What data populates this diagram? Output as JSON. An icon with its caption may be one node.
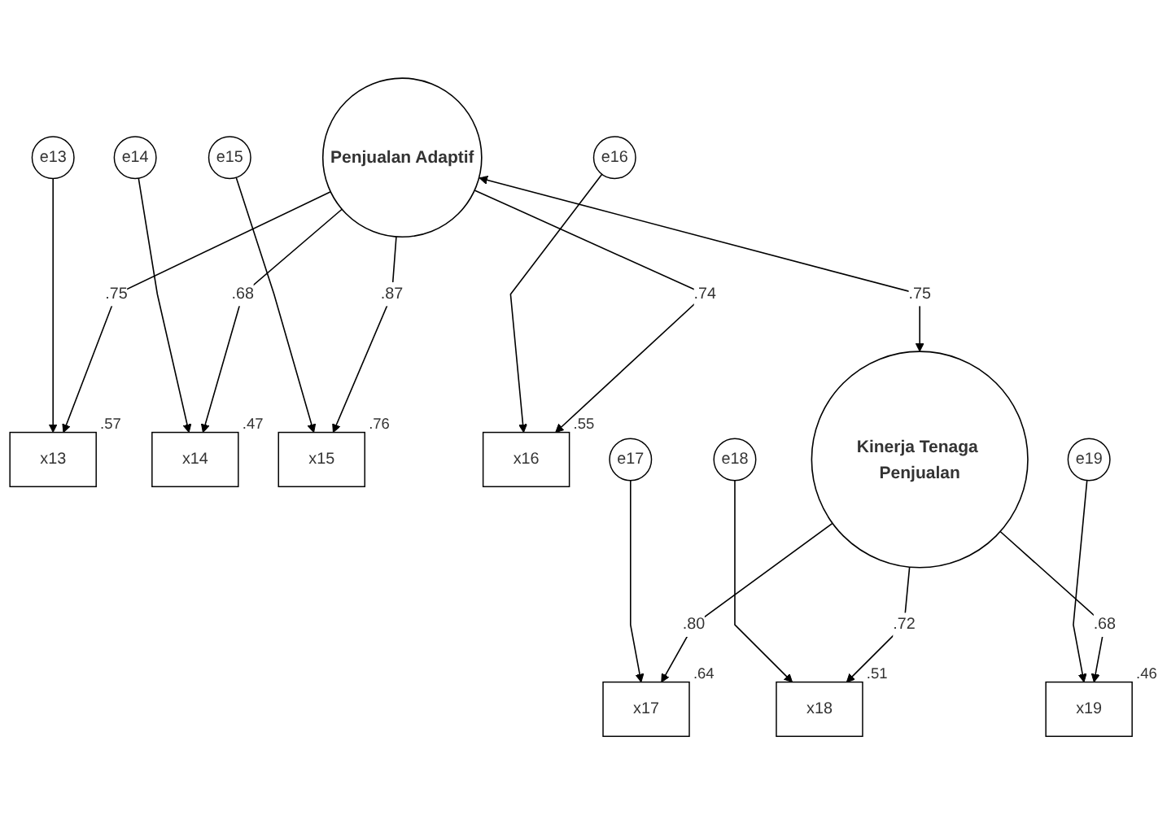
{
  "diagram": {
    "nodes": [
      {
        "text": [
          "e13"
        ]
      },
      {
        "text": [
          "e14"
        ]
      },
      {
        "text": [
          "e15"
        ]
      },
      {
        "text": [
          "e16"
        ]
      },
      {
        "text": [
          "e17"
        ]
      },
      {
        "text": [
          "e18"
        ]
      },
      {
        "text": [
          "e19"
        ]
      },
      {
        "text": [
          "x13"
        ],
        "beside": [
          ".57"
        ]
      },
      {
        "text": [
          "x14"
        ],
        "beside": [
          ".47"
        ]
      },
      {
        "text": [
          "x15"
        ],
        "beside": [
          ".76"
        ]
      },
      {
        "text": [
          "x16"
        ],
        "beside": [
          ".55"
        ]
      },
      {
        "text": [
          "x17"
        ],
        "beside": [
          ".64"
        ]
      },
      {
        "text": [
          "x18"
        ],
        "beside": [
          ".51"
        ]
      },
      {
        "text": [
          "x19"
        ],
        "beside": [
          ".46"
        ]
      },
      {
        "text": [
          "Penjualan Adaptif"
        ]
      },
      {
        "text": [
          "Kinerja Tenaga Penjualan"
        ]
      }
    ],
    "edges": [
      {
        "from": 0,
        "to": 7,
        "arrow": "to"
      },
      {
        "from": 1,
        "to": 8,
        "arrow": "to"
      },
      {
        "from": 2,
        "to": 9,
        "arrow": "to"
      },
      {
        "from": 3,
        "to": 10,
        "arrow": "to"
      },
      {
        "from": 4,
        "to": 11,
        "arrow": "to"
      },
      {
        "from": 5,
        "to": 12,
        "arrow": "to"
      },
      {
        "from": 6,
        "to": 13,
        "arrow": "to"
      },
      {
        "from": 14,
        "to": 7,
        "arrow": "to",
        "label": ".75"
      },
      {
        "from": 14,
        "to": 8,
        "arrow": "to",
        "label": ".68"
      },
      {
        "from": 14,
        "to": 9,
        "arrow": "to",
        "label": ".87"
      },
      {
        "from": 14,
        "to": 10,
        "arrow": "to",
        "label": ".74"
      },
      {
        "from": 15,
        "to": 11,
        "arrow": "to",
        "label": ".80"
      },
      {
        "from": 15,
        "to": 12,
        "arrow": "to",
        "label": ".72"
      },
      {
        "from": 15,
        "to": 13,
        "arrow": "to",
        "label": ".68"
      },
      {
        "from": 14,
        "to": 15,
        "arrow": "both",
        "label": ".75"
      }
    ]
  }
}
